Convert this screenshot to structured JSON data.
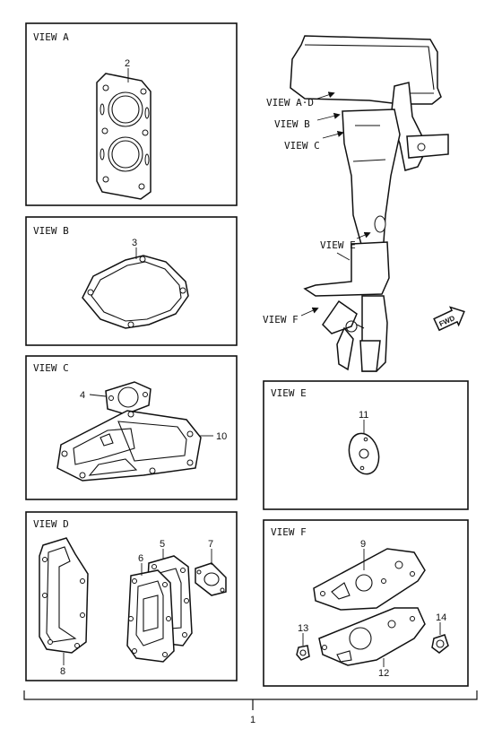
{
  "views": {
    "a": "VIEW A",
    "b": "VIEW B",
    "c": "VIEW C",
    "d": "VIEW D",
    "e": "VIEW E",
    "f": "VIEW F"
  },
  "engine_callouts": {
    "ad": "VIEW A·D",
    "b": "VIEW B",
    "c": "VIEW C",
    "e": "VIEW E",
    "f": "VIEW F",
    "fwd": "FWD"
  },
  "part_numbers": {
    "p1": "1",
    "p2": "2",
    "p3": "3",
    "p4": "4",
    "p5": "5",
    "p6": "6",
    "p7": "7",
    "p8": "8",
    "p9": "9",
    "p10": "10",
    "p11": "11",
    "p12": "12",
    "p13": "13",
    "p14": "14"
  }
}
